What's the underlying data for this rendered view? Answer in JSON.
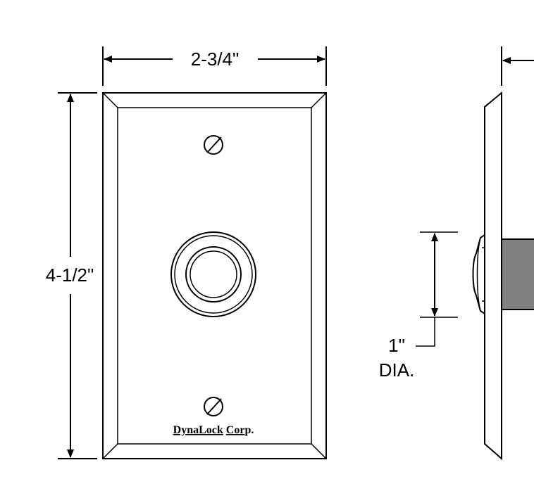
{
  "dimensions": {
    "width_label": "2-3/4\"",
    "height_label": "4-1/2\"",
    "button_label_line1": "1\"",
    "button_label_line2": "DIA."
  },
  "plate": {
    "brand_part1": "Dyna",
    "brand_part2": "Lock",
    "brand_part3": " ",
    "brand_part4": "Cor",
    "brand_part5": "p."
  },
  "colors": {
    "line": "#000000",
    "background": "#ffffff",
    "housing": "#808080"
  }
}
